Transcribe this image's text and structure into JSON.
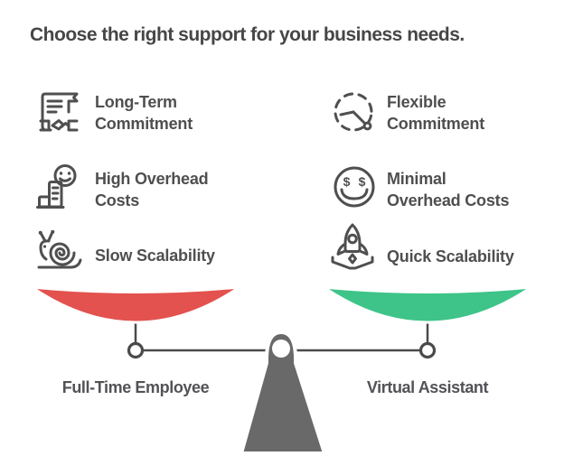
{
  "title": "Choose the right support for your business needs.",
  "colors": {
    "title_text": "#464646",
    "item_text": "#4f4f4f",
    "icon_stroke": "#4f4f4f",
    "left_pan": "#e3524e",
    "right_pan": "#3ec488",
    "beam": "#4a4a4a",
    "fulcrum": "#696969",
    "outline": "#ffffff"
  },
  "columns": {
    "left": {
      "label": "Full-Time Employee",
      "pan_color": "#e3524e",
      "items": [
        {
          "icon": "contract-handshake-icon",
          "lines": [
            "Long-Term",
            "Commitment"
          ]
        },
        {
          "icon": "invoice-smiley-icon",
          "lines": [
            "High Overhead",
            "Costs"
          ]
        },
        {
          "icon": "snail-icon",
          "lines": [
            "Slow Scalability"
          ]
        }
      ]
    },
    "right": {
      "label": "Virtual Assistant",
      "pan_color": "#3ec488",
      "items": [
        {
          "icon": "dashed-clock-icon",
          "lines": [
            "Flexible",
            "Commitment"
          ]
        },
        {
          "icon": "money-smiley-icon",
          "lines": [
            "Minimal",
            "Overhead Costs"
          ]
        },
        {
          "icon": "rocket-launch-icon",
          "lines": [
            "Quick Scalability"
          ]
        }
      ]
    }
  }
}
